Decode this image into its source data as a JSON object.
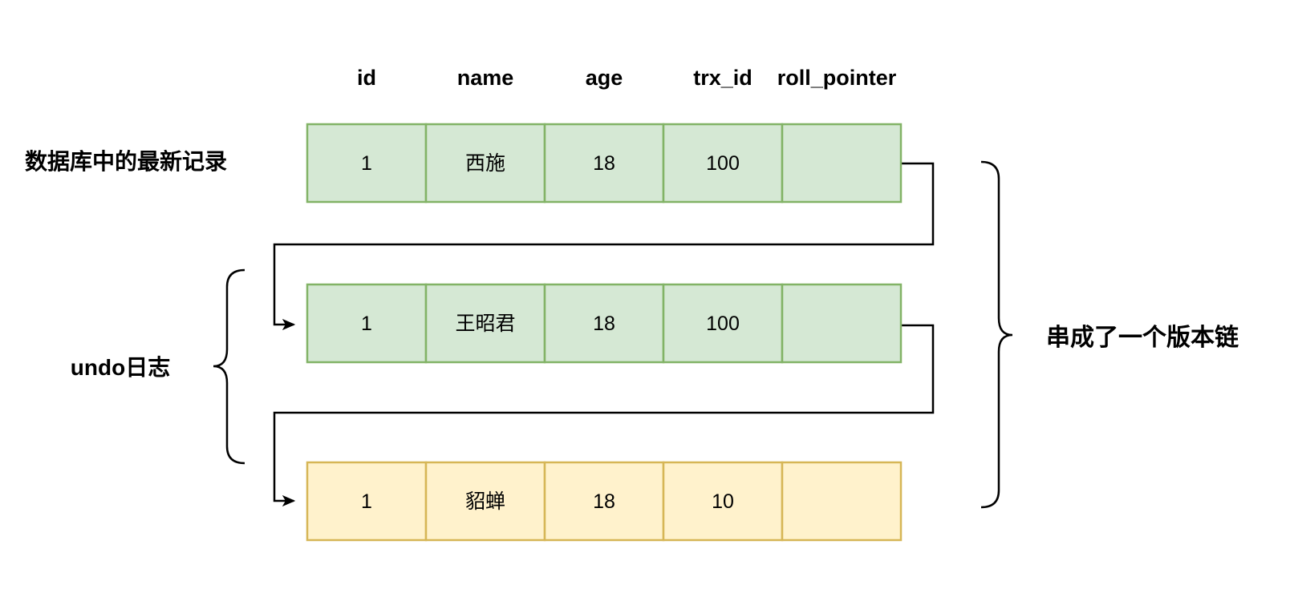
{
  "diagram": {
    "type": "database-mvcc-version-chain",
    "background_color": "#ffffff",
    "line_color": "#000000",
    "columns": [
      "id",
      "name",
      "age",
      "trx_id",
      "roll_pointer"
    ],
    "rows": [
      {
        "name": "latest-record",
        "cells": [
          "1",
          "西施",
          "18",
          "100",
          ""
        ],
        "fill": "#d5e8d4",
        "stroke": "#82b366"
      },
      {
        "name": "undo-log-record-1",
        "cells": [
          "1",
          "王昭君",
          "18",
          "100",
          ""
        ],
        "fill": "#d5e8d4",
        "stroke": "#82b366"
      },
      {
        "name": "undo-log-record-2",
        "cells": [
          "1",
          "貂蝉",
          "18",
          "10",
          ""
        ],
        "fill": "#fff2cc",
        "stroke": "#d6b656"
      }
    ],
    "labels": {
      "latest_record": "数据库中的最新记录",
      "undo_log": "undo日志",
      "version_chain": "串成了一个版本链"
    },
    "connectors": [
      {
        "name": "roll-pointer-link-1",
        "from": "latest-record.roll_pointer",
        "to": "undo-log-record-1"
      },
      {
        "name": "roll-pointer-link-2",
        "from": "undo-log-record-1.roll_pointer",
        "to": "undo-log-record-2"
      }
    ]
  }
}
